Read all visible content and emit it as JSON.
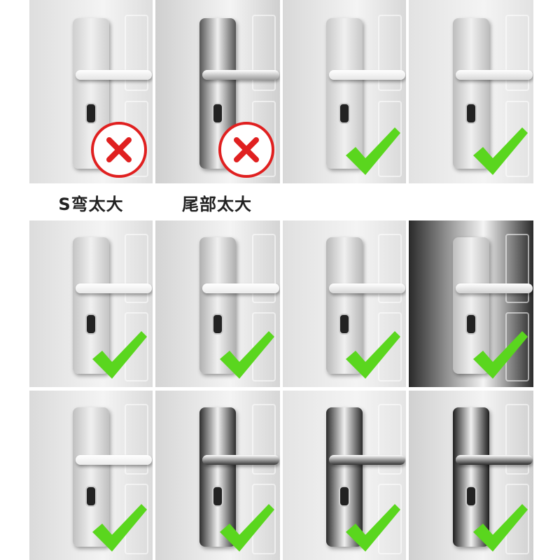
{
  "captions": {
    "s_bend": "S弯太大",
    "tail": "尾部太大"
  },
  "colors": {
    "check": "#5ad61e",
    "cross": "#e02020"
  },
  "tiles": [
    {
      "id": "ornate-silver",
      "status": "bad",
      "plate": "#cfcfcf",
      "handle": "#e4e4e4",
      "door": "#dedede"
    },
    {
      "id": "dark-grey",
      "status": "bad",
      "plate": "#555",
      "handle": "#9a9a9a",
      "door": "#cfcfcf"
    },
    {
      "id": "straight-bar",
      "status": "ok",
      "plate": "#c8c8c8",
      "handle": "#e6e6e6",
      "door": "#d8d8d8"
    },
    {
      "id": "arched-silver",
      "status": "ok",
      "plate": "#bdbdbd",
      "handle": "#d8d8d8",
      "door": "#e2e2e2"
    },
    {
      "id": "engraved-silver",
      "status": "ok",
      "plate": "#c4c4c4",
      "handle": "#e8e8e8",
      "door": "#dcdcdc"
    },
    {
      "id": "two-tone-satin",
      "status": "ok",
      "plate": "#b0b0b0",
      "handle": "#ebebeb",
      "door": "#d4d4d4"
    },
    {
      "id": "brushed-steel",
      "status": "ok",
      "plate": "#b8b8b8",
      "handle": "#d5d5d5",
      "door": "#e0e0e0"
    },
    {
      "id": "mortise-on-dark",
      "status": "ok",
      "plate": "#bdbdbd",
      "handle": "#d0d0d0",
      "door": "#2a2a2a"
    },
    {
      "id": "slim-silver",
      "status": "ok",
      "plate": "#c0c0c0",
      "handle": "#ececec",
      "door": "#dadada"
    },
    {
      "id": "black-arched",
      "status": "ok",
      "plate": "#2e2e2e",
      "handle": "#3a3a3a",
      "door": "#d6d6d6"
    },
    {
      "id": "black-square",
      "status": "ok",
      "plate": "#2a2a2a",
      "handle": "#333",
      "door": "#e4e4e4"
    },
    {
      "id": "black-slim",
      "status": "ok",
      "plate": "#1e1e1e",
      "handle": "#2a2a2a",
      "door": "#d0d0d0"
    }
  ]
}
